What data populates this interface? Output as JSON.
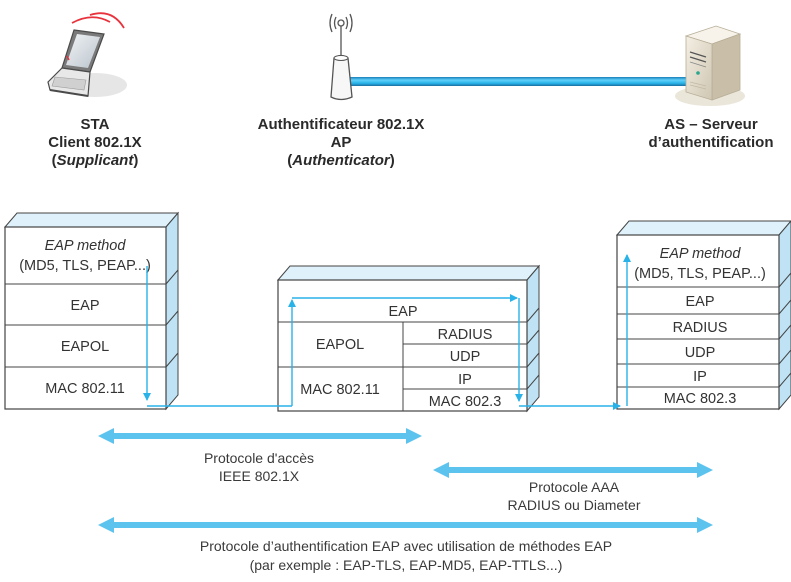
{
  "colors": {
    "accent_blue": "#29b2e8",
    "arrow_blue": "#5cc3ee",
    "stack_side": "#bfe3f5",
    "stack_border": "#444444",
    "wifi_red": "#e8323c"
  },
  "devices": {
    "client": {
      "icon": "laptop-icon",
      "line1": "STA",
      "line2": "Client 802.1X",
      "line3_open": "(",
      "line3_italic": "Supplicant",
      "line3_close": ")"
    },
    "authenticator": {
      "icon": "access-point-icon",
      "line1": "Authentificateur 802.1X",
      "line2": "AP",
      "line3_open": "(",
      "line3_italic": "Authenticator",
      "line3_close": ")"
    },
    "server": {
      "icon": "server-icon",
      "line1": "AS – Serveur",
      "line2": "d’authentification"
    }
  },
  "stacks": {
    "client": {
      "layers": [
        {
          "line1": "EAP method",
          "line2": "(MD5, TLS, PEAP...)"
        },
        {
          "label": "EAP"
        },
        {
          "label": "EAPOL"
        },
        {
          "label": "MAC 802.11"
        }
      ]
    },
    "authenticator": {
      "top": "EAP",
      "left": [
        "EAPOL",
        "MAC 802.11"
      ],
      "right": [
        "RADIUS",
        "UDP",
        "IP",
        "MAC 802.3"
      ]
    },
    "server": {
      "layers": [
        {
          "line1": "EAP method",
          "line2": "(MD5, TLS, PEAP...)"
        },
        {
          "label": "EAP"
        },
        {
          "label": "RADIUS"
        },
        {
          "label": "UDP"
        },
        {
          "label": "IP"
        },
        {
          "label": "MAC 802.3"
        }
      ]
    }
  },
  "protocols": [
    {
      "line1": "Protocole d'accès",
      "line2": "IEEE 802.1X"
    },
    {
      "line1": "Protocole AAA",
      "line2": "RADIUS ou Diameter"
    },
    {
      "line1": "Protocole d’authentification EAP avec utilisation de méthodes EAP",
      "line2": "(par exemple : EAP-TLS, EAP-MD5, EAP-TTLS...)"
    }
  ]
}
